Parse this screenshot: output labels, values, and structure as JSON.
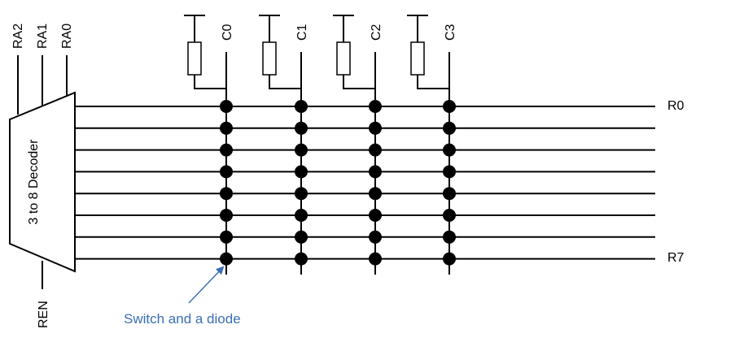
{
  "decoder": {
    "label": "3 to 8 Decoder",
    "inputs": [
      "RA2",
      "RA1",
      "RA0"
    ],
    "enable": "REN"
  },
  "columns": [
    "C0",
    "C1",
    "C2",
    "C3"
  ],
  "row_count": 8,
  "row_labels": {
    "first": "R0",
    "last": "R7"
  },
  "annotation": {
    "text": "Switch and a diode",
    "color": "#3a6fb5"
  }
}
